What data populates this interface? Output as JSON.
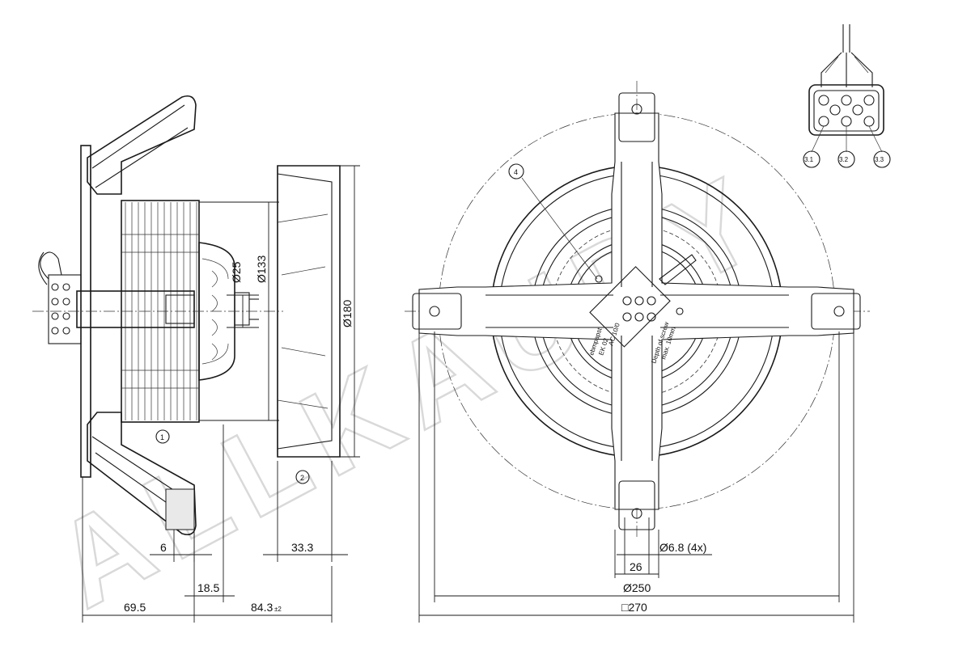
{
  "watermark": "ALLKAUDY",
  "callouts": {
    "c1": "1",
    "c2": "2",
    "c4": "4",
    "c31": "3.1",
    "c32": "3.2",
    "c33": "3.3"
  },
  "dimensions": {
    "d25": "Ø25",
    "d133": "Ø133",
    "d180": "Ø180",
    "d6": "6",
    "d33_3": "33.3",
    "d18_5": "18.5",
    "d69_5": "69.5",
    "d84_3": "84.3",
    "d84_3_tol": "±2",
    "d6_8": "Ø6.8 (4x)",
    "d26": "26",
    "d250": "Ø250",
    "d270": "□270"
  },
  "label_text": {
    "brand": "ebmpapst",
    "model": "EK 02",
    "cert": "AC 10/0",
    "screw1": "Depth of screw",
    "screw2": "max. 10mm"
  }
}
